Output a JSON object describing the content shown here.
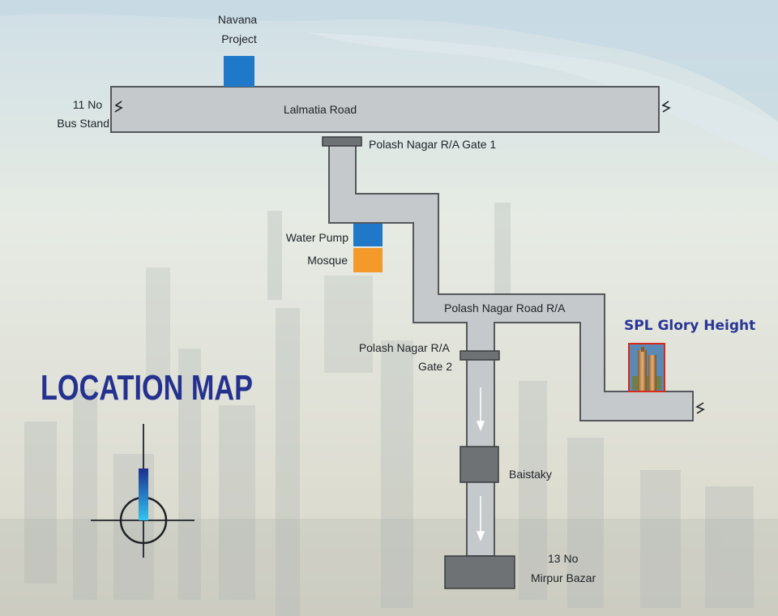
{
  "map": {
    "title": "LOCATION MAP",
    "project_name": "SPL Glory Height",
    "roads": {
      "lalmatia": "Lalmatia Road",
      "polash_nagar": "Polash Nagar Road R/A"
    },
    "landmarks": {
      "navana_line1": "Navana",
      "navana_line2": "Project",
      "bus_stand_line1": "11 No",
      "bus_stand_line2": "Bus Stand",
      "gate1": "Polash Nagar R/A Gate 1",
      "water_pump": "Water Pump",
      "mosque": "Mosque",
      "gate2_line1": "Polash Nagar R/A",
      "gate2_line2": "Gate 2",
      "baistaky": "Baistaky",
      "mirpur_line1": "13 No",
      "mirpur_line2": "Mirpur Bazar"
    },
    "colors": {
      "road_fill": "#c6c9cb",
      "road_stroke": "#55585b",
      "navana_block": "#1f78c8",
      "water_pump_block": "#1f78c8",
      "mosque_block": "#f39a2a",
      "stop_block": "#6f7275",
      "title": "#25318f",
      "project_frame": "#d62a1c"
    },
    "icons": [
      "compass-icon",
      "road-break-icon",
      "road-direction-arrow-icon",
      "building-photo-icon"
    ]
  }
}
